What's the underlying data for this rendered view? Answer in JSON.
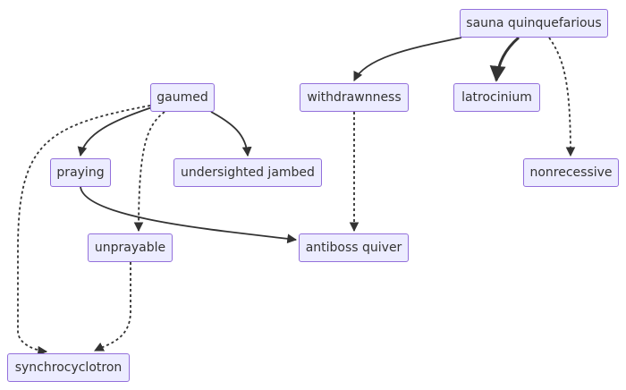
{
  "diagram": {
    "type": "flowchart",
    "nodes": [
      {
        "id": "sauna",
        "label": "sauna quinquefarious"
      },
      {
        "id": "gaumed",
        "label": "gaumed"
      },
      {
        "id": "withdrawnness",
        "label": "withdrawnness"
      },
      {
        "id": "latrocinium",
        "label": "latrocinium"
      },
      {
        "id": "praying",
        "label": "praying"
      },
      {
        "id": "undersighted",
        "label": "undersighted jambed"
      },
      {
        "id": "nonrecessive",
        "label": "nonrecessive"
      },
      {
        "id": "unprayable",
        "label": "unprayable"
      },
      {
        "id": "antiboss",
        "label": "antiboss quiver"
      },
      {
        "id": "synchro",
        "label": "synchrocyclotron"
      }
    ],
    "edges": [
      {
        "from": "sauna",
        "to": "withdrawnness",
        "style": "solid"
      },
      {
        "from": "sauna",
        "to": "latrocinium",
        "style": "thick"
      },
      {
        "from": "sauna",
        "to": "nonrecessive",
        "style": "dotted"
      },
      {
        "from": "gaumed",
        "to": "praying",
        "style": "solid"
      },
      {
        "from": "gaumed",
        "to": "undersighted",
        "style": "solid"
      },
      {
        "from": "gaumed",
        "to": "unprayable",
        "style": "dotted"
      },
      {
        "from": "gaumed",
        "to": "synchro",
        "style": "dotted"
      },
      {
        "from": "withdrawnness",
        "to": "antiboss",
        "style": "dotted"
      },
      {
        "from": "praying",
        "to": "antiboss",
        "style": "solid"
      },
      {
        "from": "unprayable",
        "to": "synchro",
        "style": "dotted"
      }
    ],
    "colors": {
      "node_fill": "#ececff",
      "node_border": "#9370db",
      "edge": "#333333",
      "text": "#333333"
    }
  }
}
